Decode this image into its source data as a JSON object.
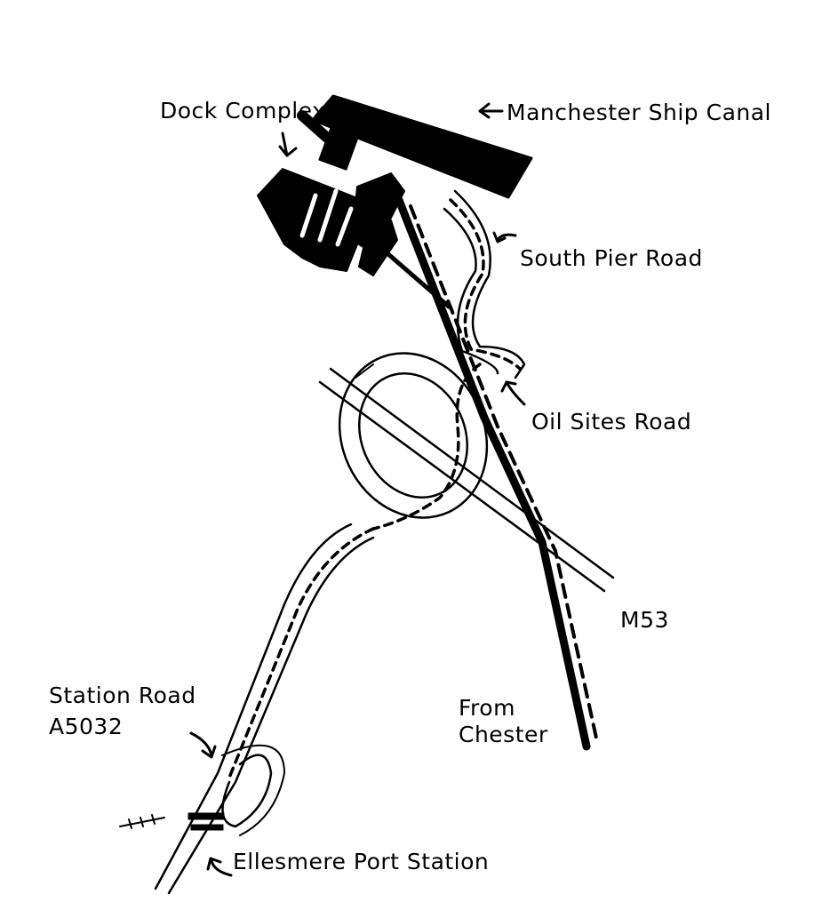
{
  "labels": {
    "dock_complex": "Dock Complex",
    "ship_canal": "Manchester Ship Canal",
    "south_pier_road": "South Pier Road",
    "oil_sites_road": "Oil Sites Road",
    "m53": "M53",
    "from_chester_1": "From",
    "from_chester_2": "Chester",
    "station_road_1": "Station Road",
    "station_road_2": "A5032",
    "station": "Ellesmere Port Station"
  },
  "colors": {
    "ink": "#000000",
    "paper": "#ffffff"
  }
}
